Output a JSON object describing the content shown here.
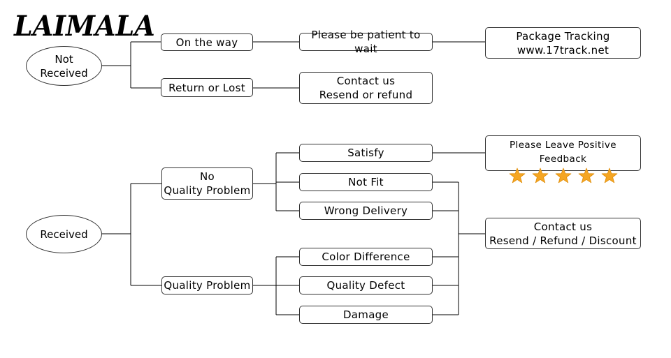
{
  "brand": "LAIMALA",
  "nodes": {
    "not_received": [
      "Not",
      "Received"
    ],
    "on_the_way": "On the way",
    "return_or_lost": "Return or Lost",
    "please_wait": "Please be patient to wait",
    "package_tracking": [
      "Package Tracking",
      "www.17track.net"
    ],
    "contact_resend": [
      "Contact us",
      "Resend or refund"
    ],
    "received": "Received",
    "no_quality_problem": [
      "No",
      "Quality Problem"
    ],
    "quality_problem": "Quality Problem",
    "satisfy": "Satisfy",
    "not_fit": "Not Fit",
    "wrong_delivery": "Wrong Delivery",
    "color_difference": "Color Difference",
    "quality_defect": "Quality Defect",
    "damage": "Damage",
    "feedback": "Please Leave Positive Feedback",
    "contact_discount": [
      "Contact us",
      "Resend / Refund / Discount"
    ]
  },
  "feedback_stars": 5,
  "colors": {
    "star": "#F5A623",
    "star_stroke": "#E08E0B",
    "line": "#000000",
    "border": "#333333"
  }
}
